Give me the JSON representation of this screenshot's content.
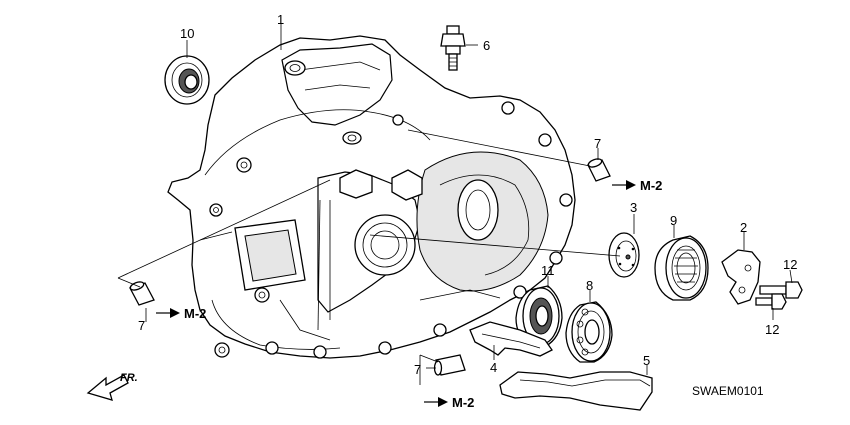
{
  "callouts": {
    "p1": "1",
    "p2": "2",
    "p3": "3",
    "p4": "4",
    "p5": "5",
    "p6": "6",
    "p7a": "7",
    "p7b": "7",
    "p7c": "7",
    "p8": "8",
    "p9": "9",
    "p10": "10",
    "p11": "11",
    "p12a": "12",
    "p12b": "12"
  },
  "references": {
    "m2_right": "M-2",
    "m2_left": "M-2",
    "m2_bottom": "M-2"
  },
  "direction_label": "FR.",
  "diagram_code": "SWAEM0101"
}
